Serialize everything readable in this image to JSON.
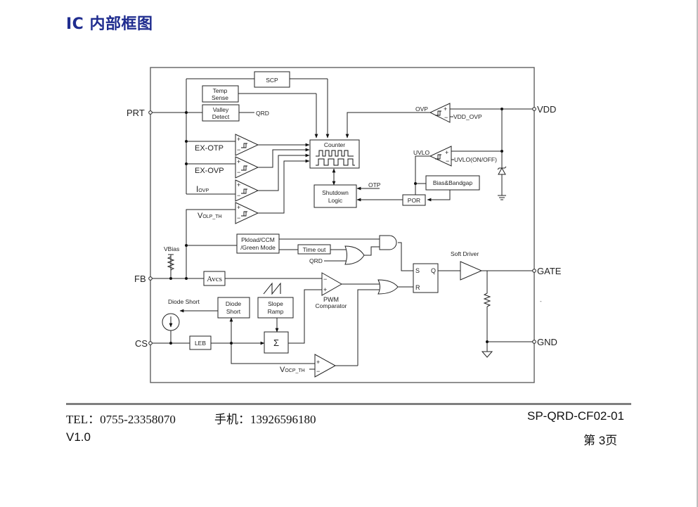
{
  "header": {
    "title": "IC 内部框图"
  },
  "diagram": {
    "pins": {
      "prt": "PRT",
      "fb": "FB",
      "cs": "CS",
      "vdd": "VDD",
      "gate": "GATE",
      "gnd": "GND"
    },
    "blocks": {
      "scp": "SCP",
      "temp_sense": [
        "Temp",
        "Sense"
      ],
      "valley_detect": [
        "Valley",
        "Detect"
      ],
      "counter": "Counter",
      "shutdown_logic": [
        "Shutdown",
        "Logic"
      ],
      "bias_bandgap": "Bias&Bandgap",
      "por": "POR",
      "pkload": [
        "Pkload/CCM",
        "/Green Mode"
      ],
      "time_out": "Time out",
      "avcs": "Avcs",
      "diode_short": [
        "Diode",
        "Short"
      ],
      "slope_ramp": [
        "Slope",
        "Ramp"
      ],
      "leb": "LEB",
      "sigma": "Σ",
      "sr_latch": {
        "s": "S",
        "r": "R",
        "q": "Q"
      }
    },
    "labels": {
      "qrd_valley": "QRD",
      "qrd_or": "QRD",
      "ex_otp": "EX-OTP",
      "ex_ovp": "EX-OVP",
      "i_ovp_main": "I",
      "i_ovp_sub": "OVP",
      "v_olp_main": "V",
      "v_olp_sub": "OLP_TH",
      "ovp": "OVP",
      "vdd_ovp": "VDD_OVP",
      "uvlo": "UVLO",
      "uvlo_onoff": "UVLO(ON/OFF)",
      "otp": "OTP",
      "vbias": "VBias",
      "soft_driver": "Soft Driver",
      "pwm": "PWM",
      "comparator": "Comparator",
      "diode_short_out": "Diode Short",
      "v_ocp_main": "V",
      "v_ocp_sub": "OCP_TH",
      "dot": "-",
      "plus": "+",
      "minus": "−"
    }
  },
  "footer": {
    "tel": "TEL：0755-23358070",
    "mobile": "手机：13926596180",
    "doc_code": "SP-QRD-CF02-01",
    "version": "V1.0",
    "page": "第 3页"
  }
}
